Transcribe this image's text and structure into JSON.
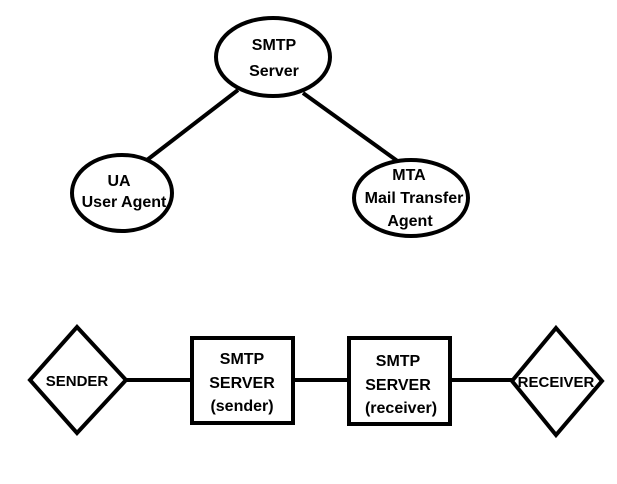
{
  "diagram": {
    "top": {
      "server": [
        "SMTP",
        "Server"
      ],
      "ua": [
        "UA",
        "User Agent"
      ],
      "mta": [
        "MTA",
        "Mail Transfer",
        "Agent"
      ]
    },
    "bottom": {
      "sender": "SENDER",
      "server_sender": [
        "SMTP",
        "SERVER",
        "(sender)"
      ],
      "server_receiver": [
        "SMTP",
        "SERVER",
        "(receiver)"
      ],
      "receiver": "RECEIVER"
    },
    "colors": {
      "stroke": "#000000",
      "background": "#ffffff"
    }
  }
}
